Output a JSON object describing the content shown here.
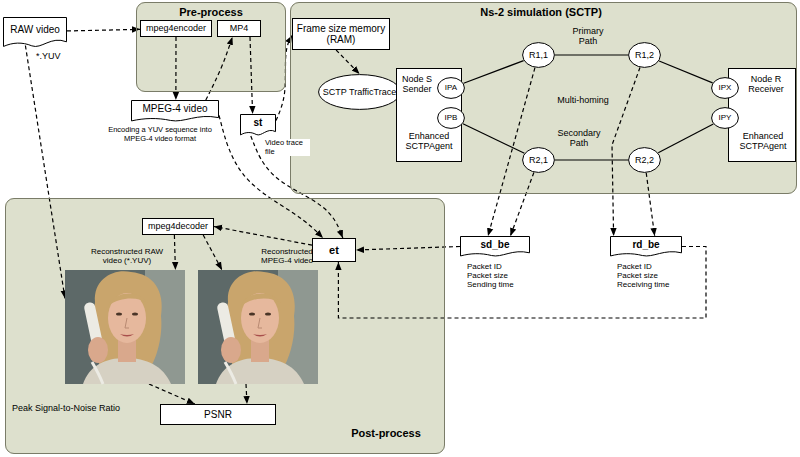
{
  "diagram": {
    "nodes": [
      {
        "text": [
          "RAW video"
        ]
      },
      {
        "text": [
          "Pre-process"
        ]
      },
      {
        "text": [
          "mpeg4encoder"
        ],
        "in": 1
      },
      {
        "text": [
          "MP4"
        ],
        "in": 1
      },
      {
        "text": [
          "Ns-2 simulation (SCTP)"
        ]
      },
      {
        "text": [
          "Frame size memory (RAM)"
        ],
        "in": 4
      },
      {
        "text": [
          "SCTP TrafficTrace"
        ],
        "in": 4
      },
      {
        "text": [
          "Node S Sender",
          "Enhanced SCTPAgent"
        ],
        "in": 4
      },
      {
        "text": [
          "IPA"
        ],
        "in": 7
      },
      {
        "text": [
          "IPB"
        ],
        "in": 7
      },
      {
        "text": [
          "R1,1"
        ],
        "in": 4
      },
      {
        "text": [
          "R1,2"
        ],
        "in": 4
      },
      {
        "text": [
          "R2,1"
        ],
        "in": 4
      },
      {
        "text": [
          "R2,2"
        ],
        "in": 4
      },
      {
        "text": [
          "Node R Receiver",
          "Enhanced SCTPAgent"
        ],
        "in": 4
      },
      {
        "text": [
          "IPX"
        ],
        "in": 14
      },
      {
        "text": [
          "IPY"
        ],
        "in": 14
      },
      {
        "text": [
          "MPEG-4 video"
        ]
      },
      {
        "text": [
          "st"
        ]
      },
      {
        "text": [
          "Post-process"
        ]
      },
      {
        "text": [
          "mpeg4decoder"
        ],
        "in": 19
      },
      {
        "text": [
          "et"
        ],
        "in": 19
      },
      {
        "text": [
          "Reconstructed RAW video (*.YUV)"
        ],
        "in": 19
      },
      {
        "text": [
          "Reconstructed MPEG-4 video"
        ],
        "in": 19
      },
      {
        "text": [
          "PSNR"
        ],
        "in": 19
      },
      {
        "text": [
          "sd_be"
        ]
      },
      {
        "text": [
          "rd_be"
        ]
      }
    ],
    "edges": [
      {
        "from": 0,
        "to": 2,
        "arrow": "to"
      },
      {
        "from": 2,
        "to": 17,
        "arrow": "to"
      },
      {
        "from": 17,
        "to": 3,
        "arrow": "to"
      },
      {
        "from": 3,
        "to": 18,
        "arrow": "to"
      },
      {
        "from": 18,
        "to": 5,
        "arrow": "to"
      },
      {
        "from": 5,
        "to": 6,
        "arrow": "to"
      },
      {
        "from": 6,
        "to": 7,
        "arrow": "none"
      },
      {
        "from": 8,
        "to": 10,
        "arrow": "none"
      },
      {
        "from": 10,
        "to": 11,
        "arrow": "none"
      },
      {
        "from": 11,
        "to": 15,
        "arrow": "none"
      },
      {
        "from": 9,
        "to": 12,
        "arrow": "none"
      },
      {
        "from": 12,
        "to": 13,
        "arrow": "none"
      },
      {
        "from": 13,
        "to": 16,
        "arrow": "none"
      },
      {
        "from": 10,
        "to": 25,
        "arrow": "to"
      },
      {
        "from": 12,
        "to": 25,
        "arrow": "to"
      },
      {
        "from": 11,
        "to": 26,
        "arrow": "to"
      },
      {
        "from": 13,
        "to": 26,
        "arrow": "to"
      },
      {
        "from": 17,
        "to": 21,
        "arrow": "to"
      },
      {
        "from": 18,
        "to": 21,
        "arrow": "to"
      },
      {
        "from": 25,
        "to": 21,
        "arrow": "to"
      },
      {
        "from": 26,
        "to": 21,
        "arrow": "to"
      },
      {
        "from": 21,
        "to": 20,
        "arrow": "to"
      },
      {
        "from": 20,
        "to": 22,
        "arrow": "to"
      },
      {
        "from": 20,
        "to": 23,
        "arrow": "to"
      },
      {
        "from": 0,
        "to": 22,
        "arrow": "to"
      },
      {
        "from": 22,
        "to": 24,
        "arrow": "to"
      },
      {
        "from": 23,
        "to": 24,
        "arrow": "to"
      }
    ],
    "labels": [
      "*.YUV",
      "Encoding a YUV sequence into MPEG-4 video format",
      "Video trace file",
      "Primary Path",
      "Multi-homing",
      "Secondary Path",
      "Packet ID Packet size Sending time",
      "Packet ID Packet size Receiving time",
      "Peak Signal-to-Noise Ratio"
    ]
  }
}
